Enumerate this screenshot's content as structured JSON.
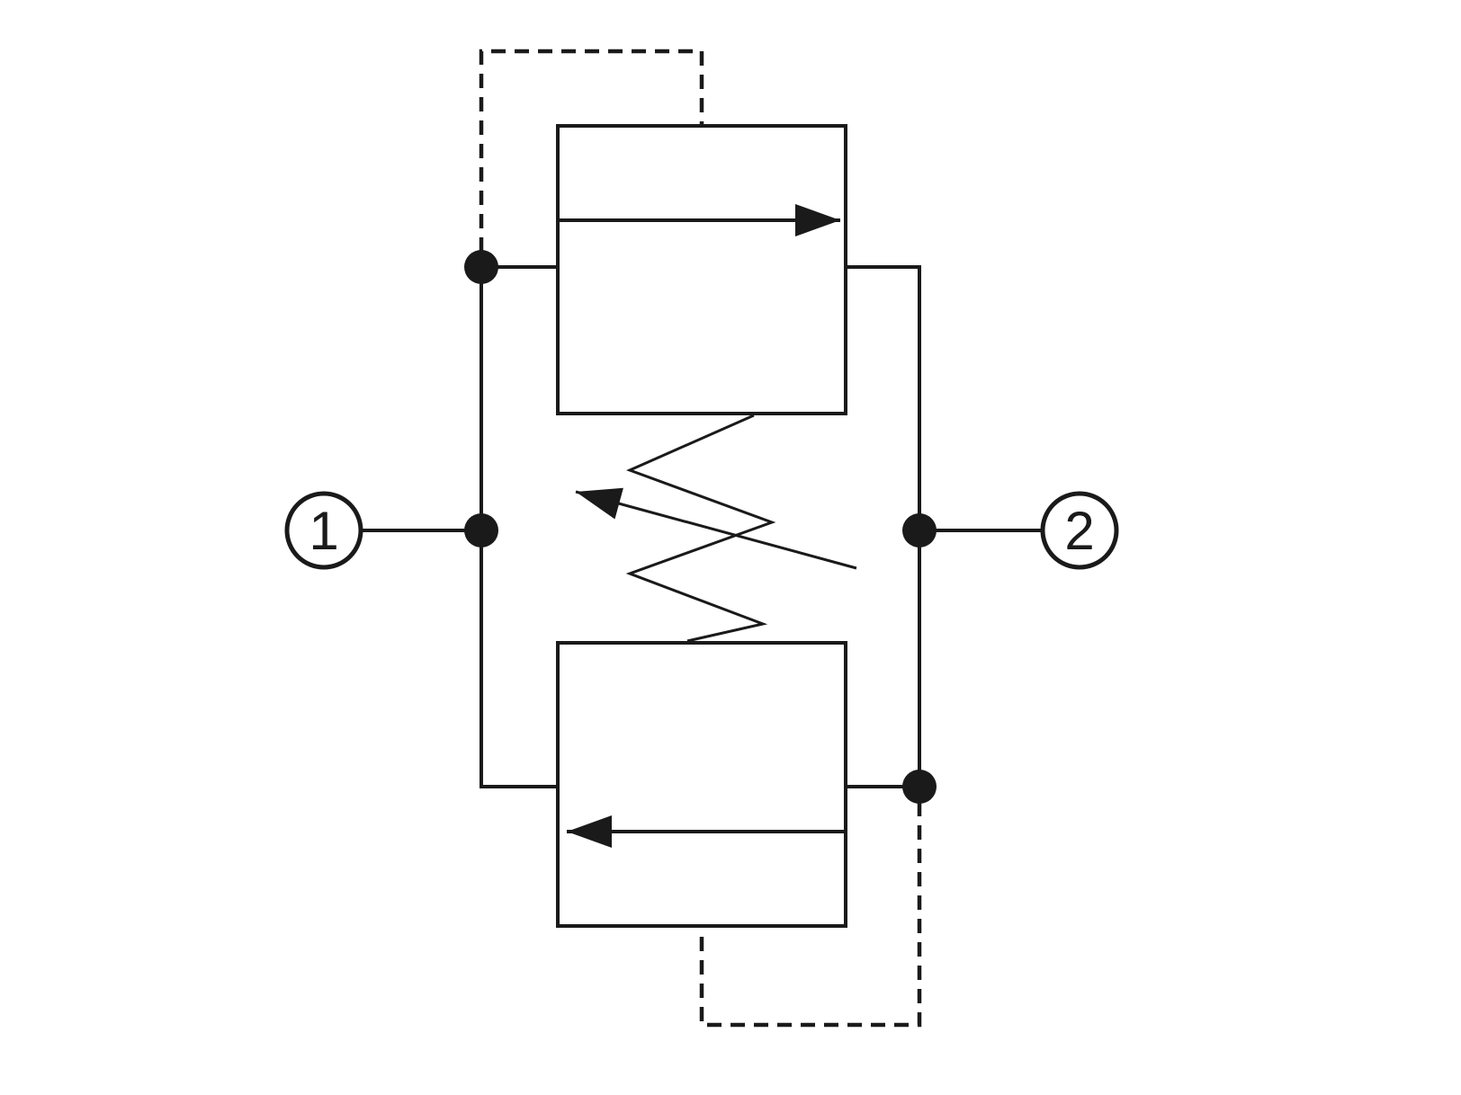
{
  "diagram": {
    "description": "Dual pilot-operated relief valve schematic with shared adjustable spring",
    "ports": [
      {
        "label": "1"
      },
      {
        "label": "2"
      }
    ],
    "colors": {
      "line": "#1a1a1a",
      "background": "#ffffff"
    }
  }
}
